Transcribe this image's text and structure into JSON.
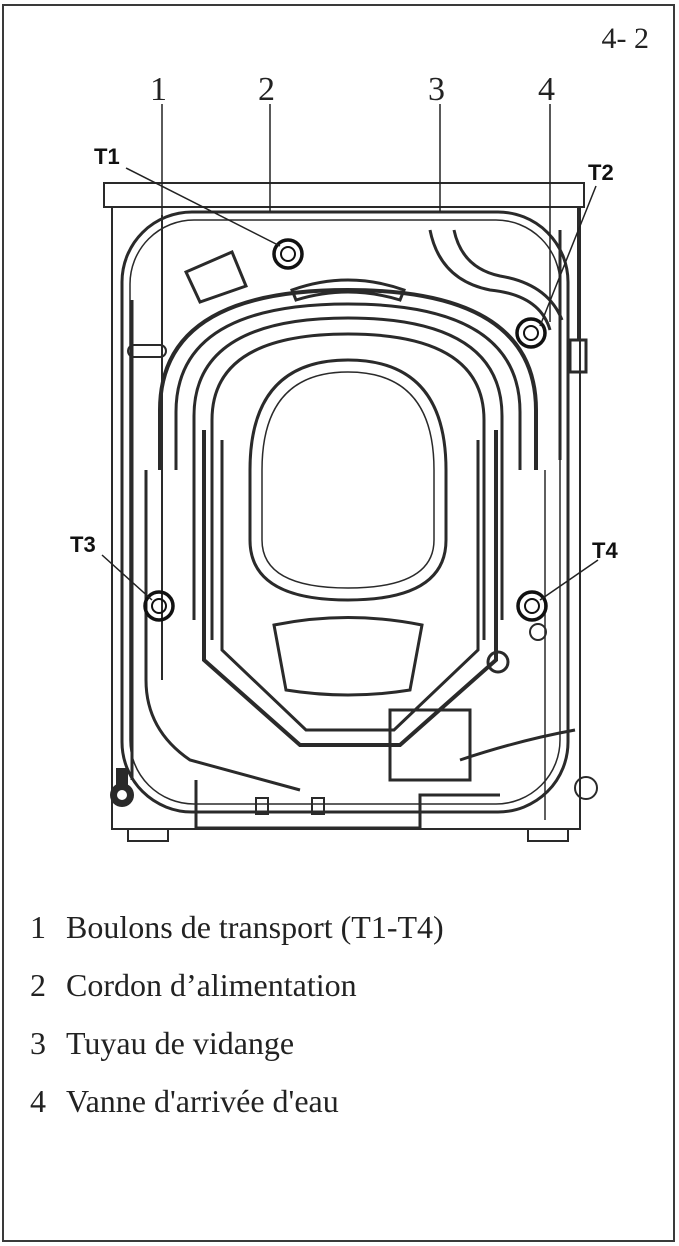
{
  "page_number": "4- 2",
  "callouts": [
    "1",
    "2",
    "3",
    "4"
  ],
  "bolt_tags": [
    "T1",
    "T2",
    "T3",
    "T4"
  ],
  "legend": [
    {
      "num": "1",
      "text": "Boulons de transport (T1-T4)"
    },
    {
      "num": "2",
      "text": "Cordon d’alimentation"
    },
    {
      "num": "3",
      "text": "Tuyau de vidange"
    },
    {
      "num": "4",
      "text": "Vanne d'arrivée d'eau"
    }
  ]
}
